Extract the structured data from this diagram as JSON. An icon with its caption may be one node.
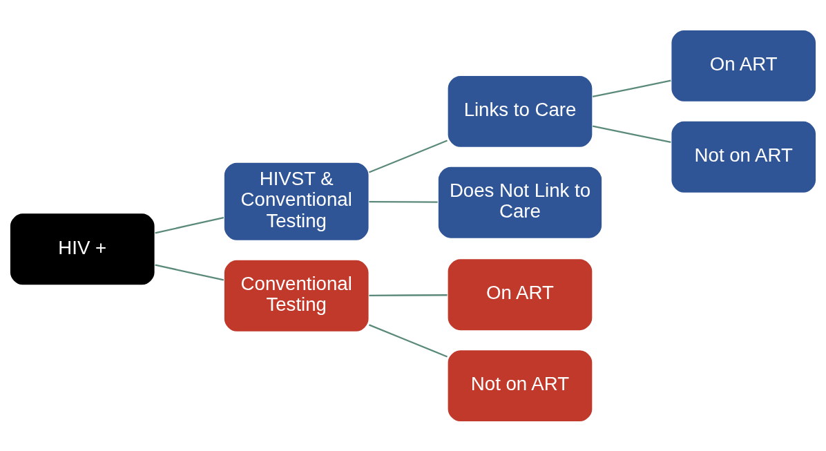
{
  "diagram": {
    "nodes": [
      {
        "text": [
          "HIV +"
        ]
      },
      {
        "text": [
          "HIVST & Conventional Testing"
        ]
      },
      {
        "text": [
          "Links to Care"
        ]
      },
      {
        "text": [
          "On ART"
        ]
      },
      {
        "text": [
          "Not on ART"
        ]
      },
      {
        "text": [
          "Does Not Link to Care"
        ]
      },
      {
        "text": [
          "Conventional Testing"
        ]
      },
      {
        "text": [
          "On ART"
        ]
      },
      {
        "text": [
          "Not on ART"
        ]
      }
    ],
    "edges": [
      {
        "from": 0,
        "to": 1,
        "arrow": "none"
      },
      {
        "from": 0,
        "to": 6,
        "arrow": "none"
      },
      {
        "from": 1,
        "to": 2,
        "arrow": "none"
      },
      {
        "from": 1,
        "to": 5,
        "arrow": "none"
      },
      {
        "from": 2,
        "to": 3,
        "arrow": "none"
      },
      {
        "from": 2,
        "to": 4,
        "arrow": "none"
      },
      {
        "from": 6,
        "to": 7,
        "arrow": "none"
      },
      {
        "from": 6,
        "to": 8,
        "arrow": "none"
      }
    ]
  }
}
